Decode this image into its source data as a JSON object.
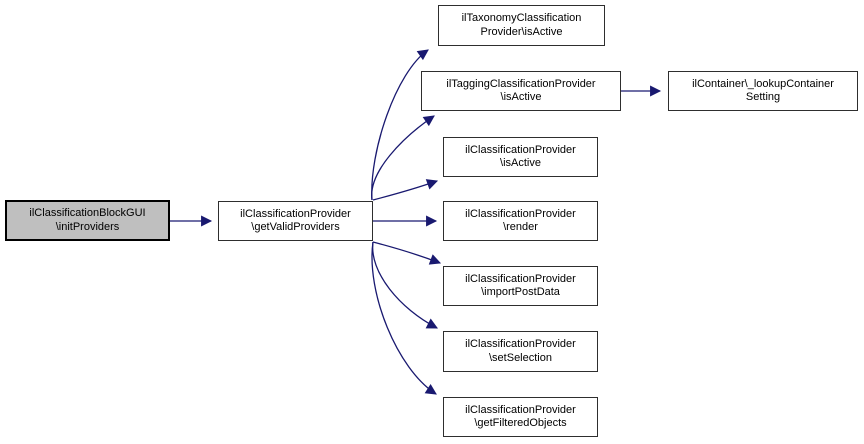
{
  "diagram": {
    "type": "call-graph",
    "colors": {
      "edge": "#191970",
      "node_fill": "#ffffff",
      "node_border": "#2e2e2e",
      "highlight_fill": "#bfbfbf",
      "highlight_border": "#000000",
      "text": "#000000",
      "background": "#ffffff"
    },
    "nodes": [
      {
        "id": "initProviders",
        "label": "ilClassificationBlockGUI\n\\initProviders",
        "highlight": true
      },
      {
        "id": "getValidProviders",
        "label": "ilClassificationProvider\n\\getValidProviders",
        "highlight": false
      },
      {
        "id": "taxonomyIsActive",
        "label": "ilTaxonomyClassification\nProvider\\isActive",
        "highlight": false
      },
      {
        "id": "taggingIsActive",
        "label": "ilTaggingClassificationProvider\n\\isActive",
        "highlight": false
      },
      {
        "id": "lookupContainerSetting",
        "label": "ilContainer\\_lookupContainer\nSetting",
        "highlight": false
      },
      {
        "id": "isActive",
        "label": "ilClassificationProvider\n\\isActive",
        "highlight": false
      },
      {
        "id": "render",
        "label": "ilClassificationProvider\n\\render",
        "highlight": false
      },
      {
        "id": "importPostData",
        "label": "ilClassificationProvider\n\\importPostData",
        "highlight": false
      },
      {
        "id": "setSelection",
        "label": "ilClassificationProvider\n\\setSelection",
        "highlight": false
      },
      {
        "id": "getFilteredObjects",
        "label": "ilClassificationProvider\n\\getFilteredObjects",
        "highlight": false
      }
    ],
    "edges": [
      {
        "from": "ilClassificationBlockGUI\\initProviders",
        "to": "ilClassificationProvider\\getValidProviders"
      },
      {
        "from": "ilClassificationProvider\\getValidProviders",
        "to": "ilTaxonomyClassificationProvider\\isActive"
      },
      {
        "from": "ilClassificationProvider\\getValidProviders",
        "to": "ilTaggingClassificationProvider\\isActive"
      },
      {
        "from": "ilClassificationProvider\\getValidProviders",
        "to": "ilClassificationProvider\\isActive"
      },
      {
        "from": "ilClassificationProvider\\getValidProviders",
        "to": "ilClassificationProvider\\render"
      },
      {
        "from": "ilClassificationProvider\\getValidProviders",
        "to": "ilClassificationProvider\\importPostData"
      },
      {
        "from": "ilClassificationProvider\\getValidProviders",
        "to": "ilClassificationProvider\\setSelection"
      },
      {
        "from": "ilClassificationProvider\\getValidProviders",
        "to": "ilClassificationProvider\\getFilteredObjects"
      },
      {
        "from": "ilTaggingClassificationProvider\\isActive",
        "to": "ilContainer\\_lookupContainerSetting"
      }
    ]
  }
}
